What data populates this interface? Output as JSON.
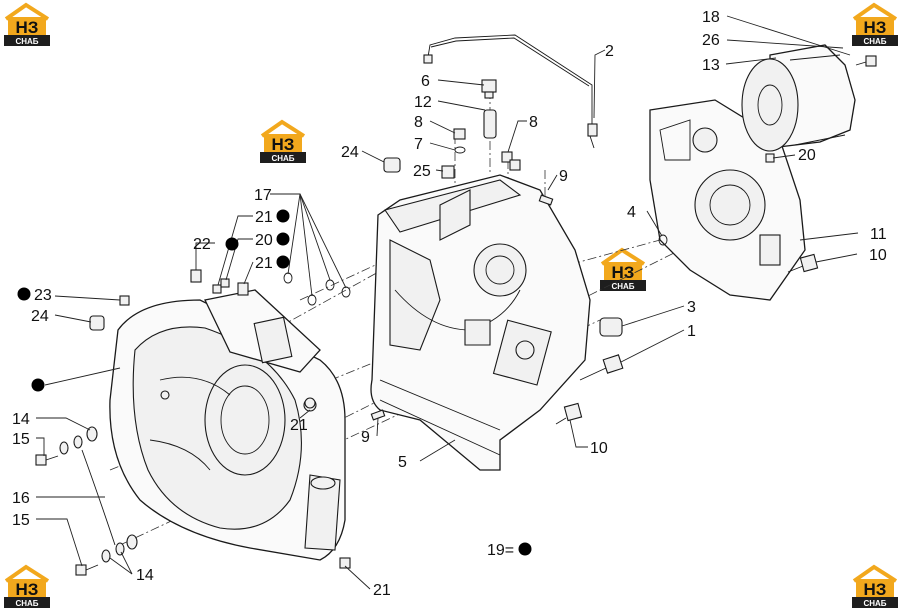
{
  "logo": {
    "brand_mark": "НЗ",
    "brand_sub": "СНАБ"
  },
  "callouts": {
    "c1": "1",
    "c2": "2",
    "c3": "3",
    "c4": "4",
    "c5": "5",
    "c6": "6",
    "c7": "7",
    "c8a": "8",
    "c8b": "8",
    "c9a": "9",
    "c9b": "9",
    "c10a": "10",
    "c10b": "10",
    "c11": "11",
    "c12": "12",
    "c13": "13",
    "c14a": "14",
    "c14b": "14",
    "c15a": "15",
    "c15b": "15",
    "c16": "16",
    "c17": "17",
    "c18": "18",
    "c20a": "20",
    "c20b": "20",
    "c21a": "21",
    "c21b": "21",
    "c21c": "21",
    "c21d": "21",
    "c22": "22",
    "c23": "23",
    "c24a": "24",
    "c24b": "24",
    "c25": "25",
    "c26": "26"
  },
  "legend": {
    "note": "19="
  }
}
